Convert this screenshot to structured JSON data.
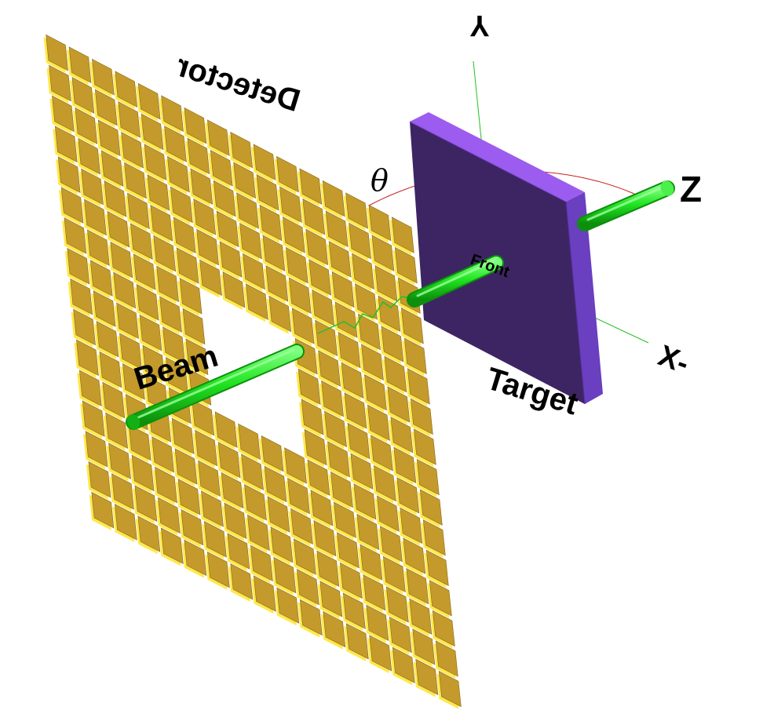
{
  "labels": {
    "detector": "Detector",
    "beam": "Beam",
    "target": "Target",
    "front": "Front",
    "theta": "θ",
    "axis_y": "Y",
    "axis_z": "Z",
    "axis_neg_x": "-X"
  },
  "detector": {
    "grid_rows": 16,
    "grid_cols": 16,
    "hole_rows": [
      6,
      9
    ],
    "hole_cols": [
      6,
      9
    ]
  },
  "colors": {
    "detector_tile": "#c49a2c",
    "detector_tile_edge": "#ffe84a",
    "detector_tile_dark": "#8a6a14",
    "beam": "#21e421",
    "beam_dark": "#0e9e0e",
    "target_face": "#3d2563",
    "target_top": "#9d5cf0",
    "target_side": "#6a3fc0",
    "axis_line": "#22c022",
    "theta_arc": "#c42020"
  }
}
